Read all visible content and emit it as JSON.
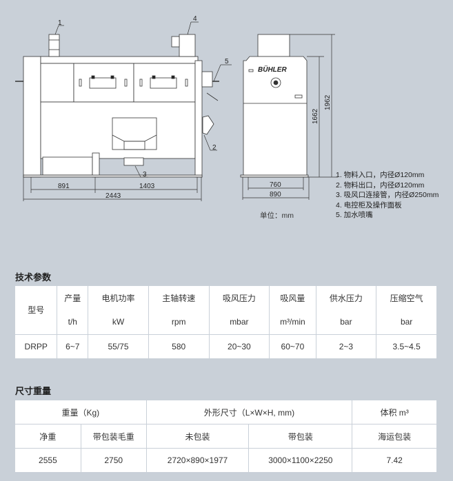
{
  "drawing": {
    "front_view": {
      "dim_left_span": "891",
      "dim_right_span": "1403",
      "dim_total_length": "2443",
      "callouts": [
        "1",
        "2",
        "3",
        "4",
        "5"
      ]
    },
    "side_view": {
      "brand_logo": "BÜHLER",
      "dim_inner_width": "760",
      "dim_outer_width": "890",
      "dim_body_height": "1662",
      "dim_total_height": "1962"
    },
    "unit_note": "单位：mm",
    "legend": [
      "1. 物料入口，内径Ø120mm",
      "2. 物料出口，内径Ø120mm",
      "3. 吸风口连接管，内径Ø250mm",
      "4. 电控柜及操作面板",
      "5. 加水喷嘴"
    ]
  },
  "tech_params": {
    "title": "技术参数",
    "columns": [
      {
        "name": "型号",
        "unit": ""
      },
      {
        "name": "产量",
        "unit": "t/h"
      },
      {
        "name": "电机功率",
        "unit": "kW"
      },
      {
        "name": "主轴转速",
        "unit": "rpm"
      },
      {
        "name": "吸风压力",
        "unit": "mbar"
      },
      {
        "name": "吸风量",
        "unit": "m³/min"
      },
      {
        "name": "供水压力",
        "unit": "bar"
      },
      {
        "name": "压缩空气",
        "unit": "bar"
      }
    ],
    "rows": [
      [
        "DRPP",
        "6~7",
        "55/75",
        "580",
        "20~30",
        "60~70",
        "2~3",
        "3.5~4.5"
      ]
    ]
  },
  "dimensions_weight": {
    "title": "尺寸重量",
    "group_headers": {
      "weight": "重量（Kg)",
      "size": "外形尺寸（L×W×H, mm)",
      "volume": "体积 m³"
    },
    "sub_headers": {
      "net_weight": "净重",
      "gross_weight": "带包装毛重",
      "unpacked": "未包装",
      "packed": "带包装",
      "sea_packing": "海运包装"
    },
    "values": {
      "net_weight": "2555",
      "gross_weight": "2750",
      "unpacked": "2720×890×1977",
      "packed": "3000×1100×2250",
      "sea_packing": "7.42"
    }
  }
}
